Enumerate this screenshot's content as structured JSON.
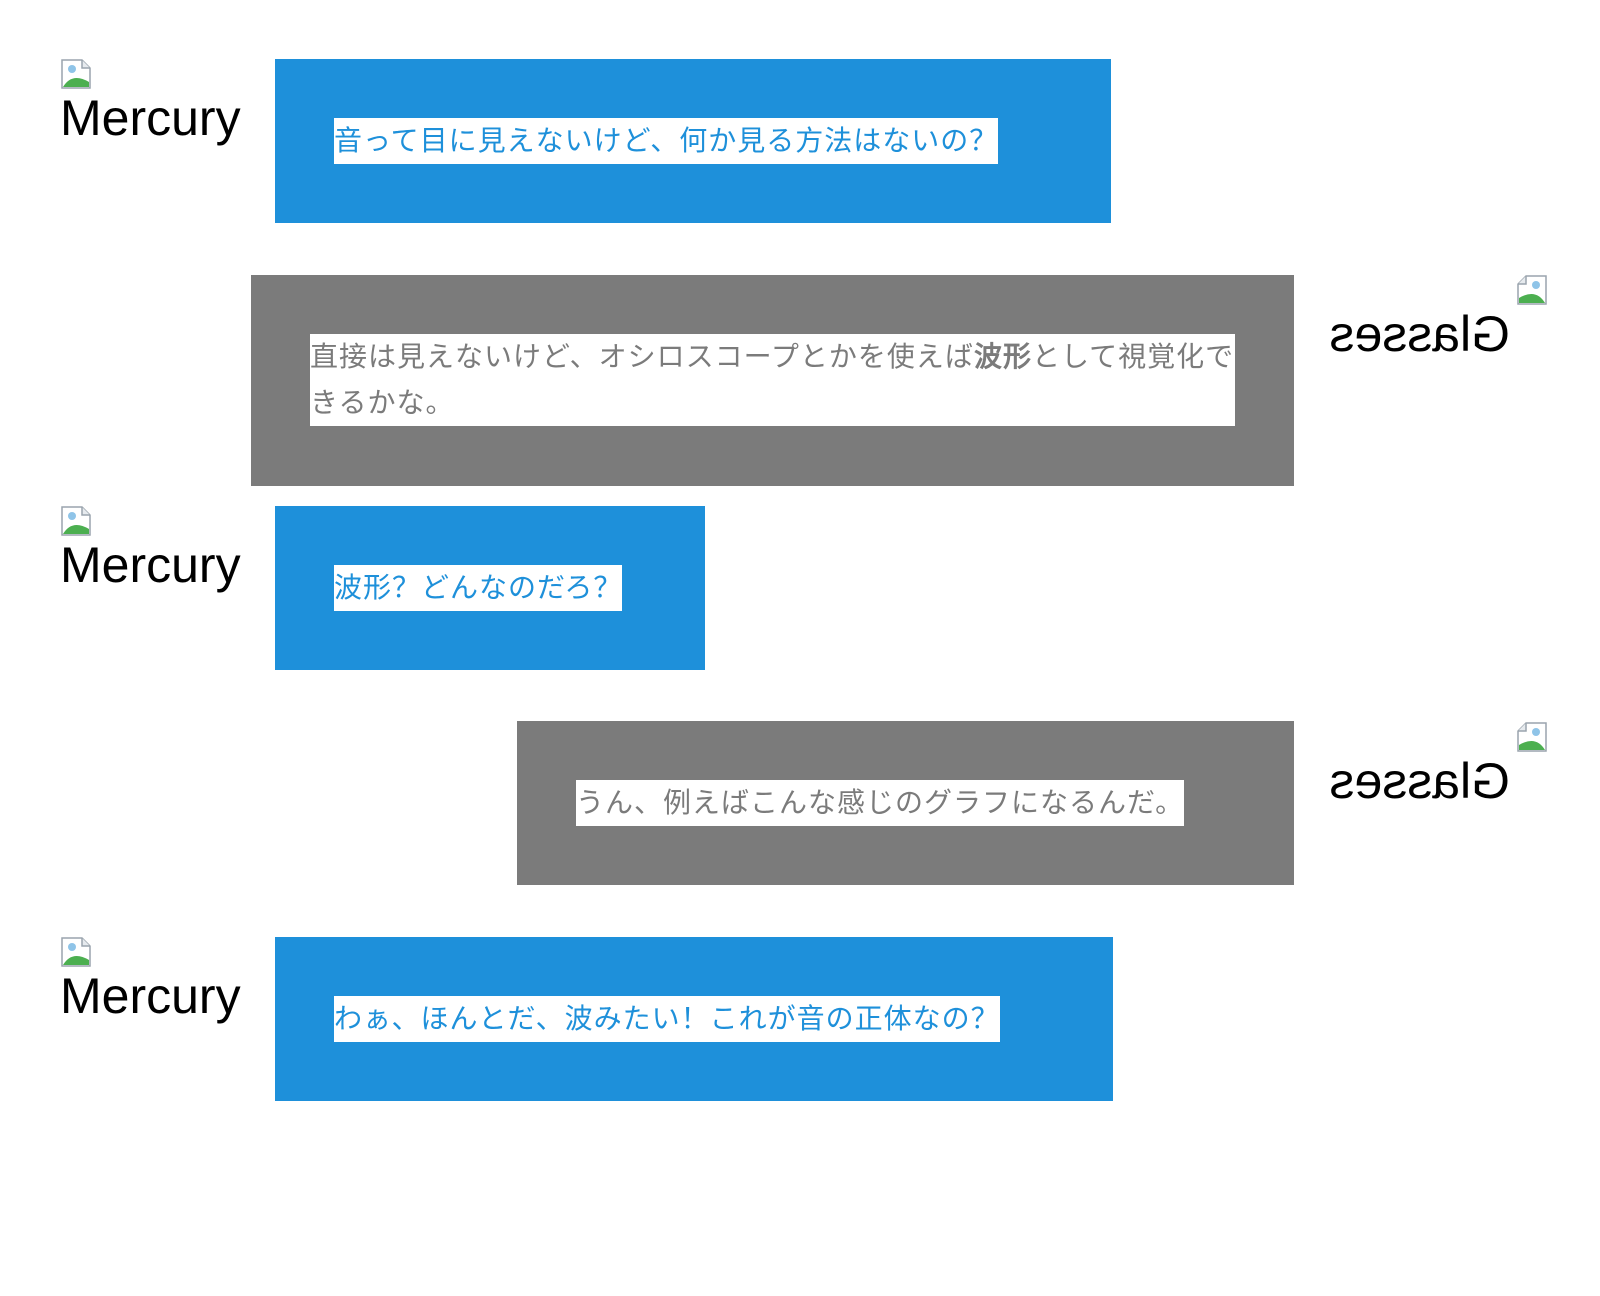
{
  "participants": {
    "left": "Mercury",
    "right": "Glasses"
  },
  "messages": [
    {
      "speaker": "Mercury",
      "text": "音って目に見えないけど、何か見る方法はないの？"
    },
    {
      "speaker": "Glasses",
      "text_before": "直接は見えないけど、オシロスコープとかを使えば",
      "text_bold": "波形",
      "text_after": "として視覚化できるかな。"
    },
    {
      "speaker": "Mercury",
      "text": "波形？どんなのだろ？"
    },
    {
      "speaker": "Glasses",
      "text": "うん、例えばこんな感じのグラフになるんだ。"
    },
    {
      "speaker": "Mercury",
      "text": "わぁ、ほんとだ、波みたい！これが音の正体なの？"
    }
  ],
  "icons": {
    "avatar": "broken-image-icon"
  },
  "colors": {
    "mercury_bubble": "#1e90da",
    "glasses_bubble": "#7b7b7b",
    "background": "#ffffff"
  }
}
